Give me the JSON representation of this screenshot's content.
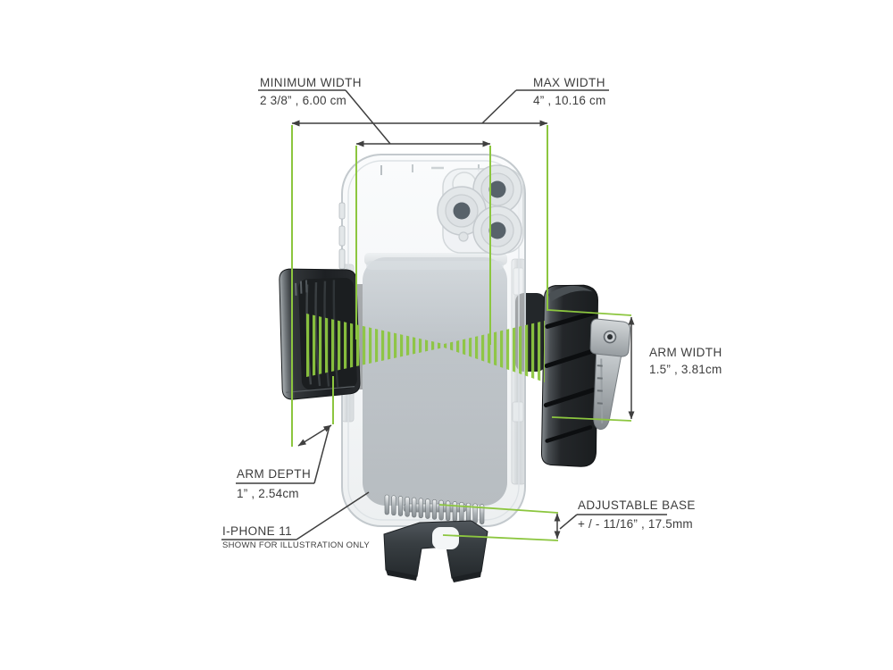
{
  "colors": {
    "accent_green": "#8cc63f",
    "dimension_line": "#3f3f3f",
    "text": "#3d3d3d",
    "background": "#ffffff"
  },
  "annotations": {
    "min_width": {
      "title": "MINIMUM  WIDTH",
      "value": "2 3/8” , 6.00 cm"
    },
    "max_width": {
      "title": "MAX  WIDTH",
      "value": "4” , 10.16 cm"
    },
    "arm_width": {
      "title": "ARM WIDTH",
      "value": "1.5” ,  3.81cm"
    },
    "arm_depth": {
      "title": "ARM DEPTH",
      "value": "1” ,  2.54cm"
    },
    "adjustable_base": {
      "title": "ADJUSTABLE BASE",
      "value": "+ / - 11/16” , 17.5mm"
    },
    "phone_note": {
      "title": "I-PHONE 11",
      "subtitle": "SHOWN FOR ILLUSTRATION ONLY"
    }
  }
}
